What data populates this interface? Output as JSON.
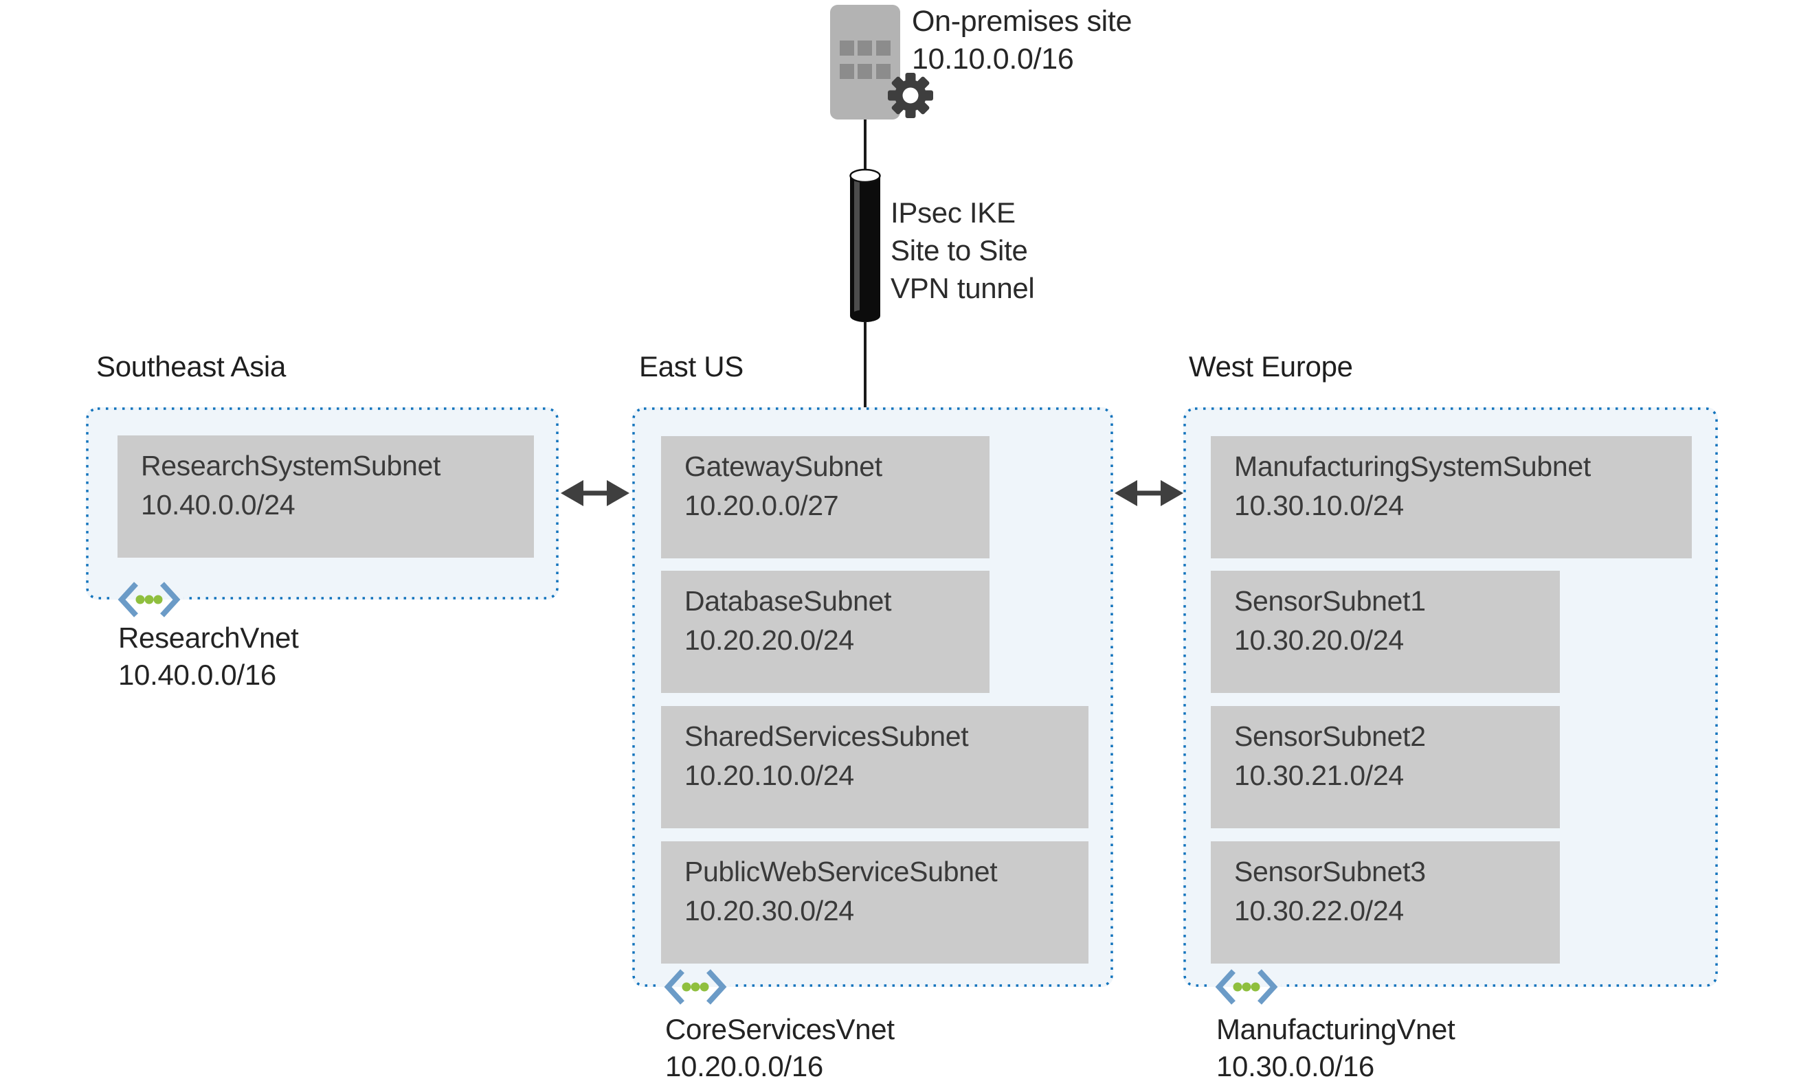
{
  "on_premises": {
    "title": "On-premises site",
    "cidr": "10.10.0.0/16"
  },
  "vpn": {
    "lines": [
      "IPsec IKE",
      "Site to Site",
      "VPN tunnel"
    ]
  },
  "regions": [
    {
      "name": "Southeast Asia",
      "vnet": {
        "name": "ResearchVnet",
        "cidr": "10.40.0.0/16"
      },
      "subnets": [
        {
          "name": "ResearchSystemSubnet",
          "cidr": "10.40.0.0/24"
        }
      ]
    },
    {
      "name": "East US",
      "vnet": {
        "name": "CoreServicesVnet",
        "cidr": "10.20.0.0/16"
      },
      "subnets": [
        {
          "name": "GatewaySubnet",
          "cidr": "10.20.0.0/27"
        },
        {
          "name": "DatabaseSubnet",
          "cidr": "10.20.20.0/24"
        },
        {
          "name": "SharedServicesSubnet",
          "cidr": "10.20.10.0/24"
        },
        {
          "name": "PublicWebServiceSubnet",
          "cidr": "10.20.30.0/24"
        }
      ]
    },
    {
      "name": "West Europe",
      "vnet": {
        "name": "ManufacturingVnet",
        "cidr": "10.30.0.0/16"
      },
      "subnets": [
        {
          "name": "ManufacturingSystemSubnet",
          "cidr": "10.30.10.0/24"
        },
        {
          "name": "SensorSubnet1",
          "cidr": "10.30.20.0/24"
        },
        {
          "name": "SensorSubnet2",
          "cidr": "10.30.21.0/24"
        },
        {
          "name": "SensorSubnet3",
          "cidr": "10.30.22.0/24"
        }
      ]
    }
  ],
  "icons": {
    "on_premises": "building-icon",
    "gear": "gear-icon",
    "vpn_tunnel": "vpn-tunnel-cylinder-icon",
    "vnet": "vnet-icon",
    "peering": "double-arrow-icon"
  },
  "colors": {
    "region_fill": "#eff5fa",
    "region_border": "#1273bc",
    "subnet_fill": "#cbcbcb",
    "subnet_text": "#3a3a3a",
    "label_text": "#1e1e1e",
    "arrow": "#3f3f3f",
    "building": "#b3b3b3",
    "building_window": "#8c8c8c",
    "gear": "#3e3e3e",
    "vnet_bracket": "#6b9bc7",
    "vnet_dot": "#8fbf3e"
  }
}
